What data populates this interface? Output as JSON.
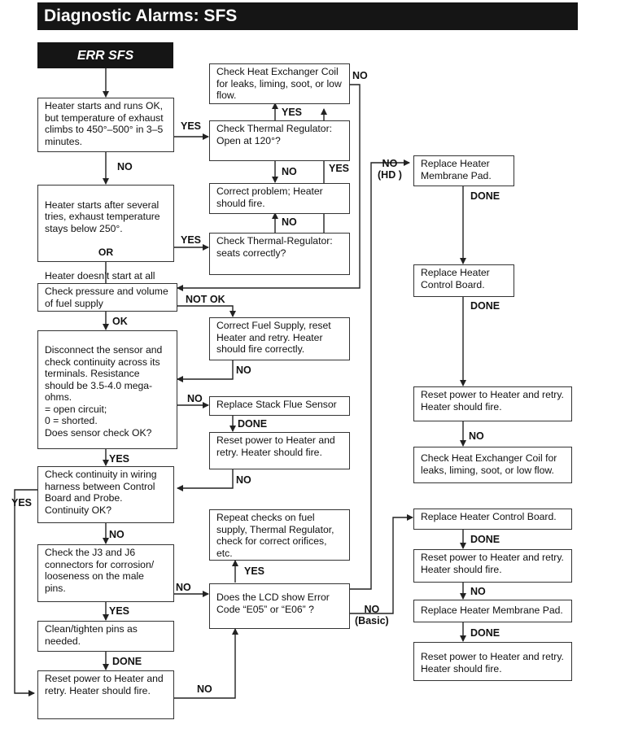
{
  "title": "Diagnostic Alarms: SFS",
  "start": "ERR SFS",
  "boxes": {
    "b_runs_ok": "Heater starts and runs OK, but temperature of exhaust climbs to 450°–500° in 3–5 minutes.",
    "b_heatex_top": "Check Heat Exchanger Coil for leaks, liming, soot, or low flow.",
    "b_thermal_open": "Check Thermal Regulator: Open at 120°?",
    "b_correct_problem": "Correct problem; Heater should fire.",
    "b_several_tries": "Heater starts after several tries, exhaust temperature stays below 250°.",
    "b_or": "OR",
    "b_doesnt_start": "Heater doesn’t start at all (exhaust stays cold).",
    "b_thermal_seats": "Check Thermal-Regulator: seats correctly?",
    "b_pressure": "Check pressure and volume of fuel supply",
    "b_correct_fuel": "Correct Fuel Supply, reset Heater and retry. Heater should fire correctly.",
    "b_disconnect": "Disconnect the sensor and check continuity across its terminals. Resistance should be 3.5-4.0 mega-ohms.\n        = open circuit;\n    0 = shorted.\nDoes sensor check OK?",
    "b_replace_stack": "Replace Stack Flue Sensor",
    "b_reset1": "Reset power to Heater and retry. Heater should fire.",
    "b_continuity": "Check continuity in wiring harness between Control Board and Probe. Continuity OK?",
    "b_repeat": "Repeat checks on fuel supply, Thermal Regulator, check for correct orifices, etc.",
    "b_j3j6": "Check the J3 and J6 connectors for corrosion/ looseness on the male pins.",
    "b_lcd": "Does the LCD show Error Code  “E05” or “E06” ?",
    "b_clean": "Clean/tighten pins as needed.",
    "b_reset_bottom": "Reset power to Heater and retry. Heater should fire.",
    "b_membrane_hd": "Replace Heater Membrane Pad.",
    "b_control_board_hd": "Replace Heater Control Board.",
    "b_reset_right": "Reset power to Heater and retry. Heater should fire.",
    "b_heatex_right": "Check Heat Exchanger Coil for leaks, liming, soot, or low flow.",
    "b_control_basic": "Replace Heater Control Board.",
    "b_reset_basic1": "Reset power to Heater and retry. Heater should fire.",
    "b_membrane_basic": "Replace Heater Membrane Pad.",
    "b_reset_basic2": "Reset power to Heater and retry. Heater should fire."
  },
  "labels": {
    "l_no_top": "NO",
    "l_yes_heatex": "YES",
    "l_yes_runs": "YES",
    "l_no_thermal": "NO",
    "l_yes_right": "YES",
    "l_no_runs": "NO",
    "l_no_correct": "NO",
    "l_yes_several": "YES",
    "l_not_ok": "NOT OK",
    "l_ok": "OK",
    "l_no_fuel": "NO",
    "l_no_disconnect": "NO",
    "l_done_stack": "DONE",
    "l_yes_disconnect": "YES",
    "l_no_reset1": "NO",
    "l_yes_continuity": "YES",
    "l_no_continuity": "NO",
    "l_yes_lcd": "YES",
    "l_no_j3": "NO",
    "l_yes_j3": "YES",
    "l_done_clean": "DONE",
    "l_no_reset_bottom": "NO",
    "l_no_hd": "NO\n(HD )",
    "l_done_membrane_hd": "DONE",
    "l_done_control_hd": "DONE",
    "l_no_reset_right": "NO",
    "l_no_basic": "NO\n(Basic)",
    "l_done_control_basic": "DONE",
    "l_no_reset_basic": "NO",
    "l_done_membrane_basic": "DONE"
  }
}
